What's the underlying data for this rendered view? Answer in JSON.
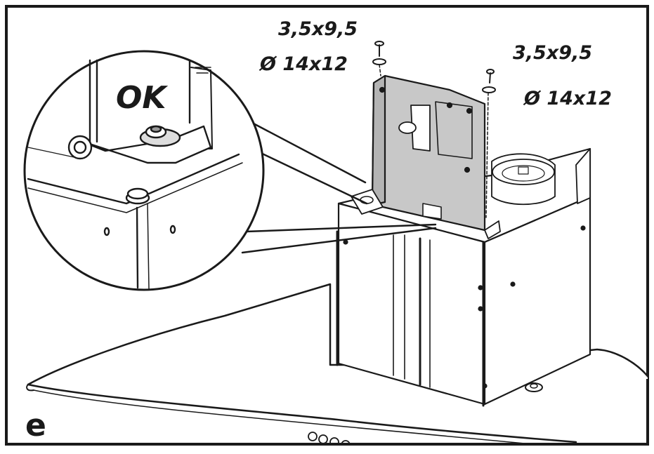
{
  "figure": {
    "step": "e",
    "callout_text": "OK",
    "left_fastener": {
      "screw": "3,5x9,5",
      "washer": "Ø 14x12"
    },
    "right_fastener": {
      "screw": "3,5x9,5",
      "washer": "Ø 14x12"
    }
  },
  "colors": {
    "line": "#1a1a1a",
    "bracket_fill": "#c8c8c8",
    "background": "#ffffff"
  }
}
